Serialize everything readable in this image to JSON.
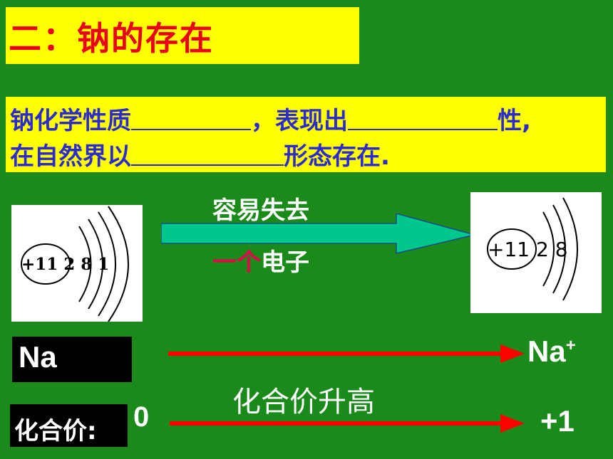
{
  "title": "二：钠的存在",
  "question": {
    "line1_a": "钠化学性质",
    "line1_b": "，表现出",
    "line1_c": "性,",
    "line2_a": "在自然界以",
    "line2_b": "形态存在."
  },
  "reaction": {
    "above_arrow": "容易失去",
    "below_arrow_highlight": "一个",
    "below_arrow_rest": "电子",
    "atom_left_label": "+11 2 8 1",
    "atom_right_label": "+11 2 8"
  },
  "species": {
    "left": "Na",
    "right_base": "Na",
    "right_sup": "+"
  },
  "valence": {
    "box_label": "化合价:",
    "left_value": "0",
    "middle_label": "化合价升高",
    "right_value": "+1"
  },
  "colors": {
    "background": "#1a8a1a",
    "title_bg": "#ffff00",
    "title_text": "#e8001a",
    "question_text": "#2b2bd0",
    "arrow_fill": "#00c88c",
    "red_arrow": "#ff0000",
    "highlight_text": "#e8004a"
  }
}
